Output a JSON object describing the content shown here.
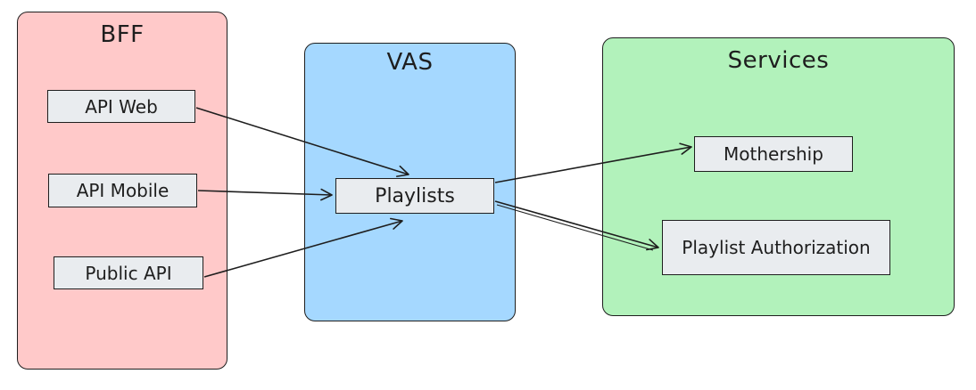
{
  "colors": {
    "bff_fill": "#ffc9c9",
    "vas_fill": "#a5d8ff",
    "services_fill": "#b2f2bb",
    "box_fill": "#e9ecef",
    "stroke": "#1e1e1e"
  },
  "groups": {
    "bff": {
      "title": "BFF"
    },
    "vas": {
      "title": "VAS"
    },
    "services": {
      "title": "Services"
    }
  },
  "nodes": {
    "api_web": "API Web",
    "api_mobile": "API Mobile",
    "public_api": "Public API",
    "playlists": "Playlists",
    "mothership": "Mothership",
    "playlist_authorization": "Playlist Authorization"
  },
  "edges": [
    {
      "from": "API Web",
      "to": "Playlists"
    },
    {
      "from": "API Mobile",
      "to": "Playlists"
    },
    {
      "from": "Public API",
      "to": "Playlists"
    },
    {
      "from": "Playlists",
      "to": "Mothership"
    },
    {
      "from": "Playlists",
      "to": "Playlist Authorization"
    }
  ]
}
